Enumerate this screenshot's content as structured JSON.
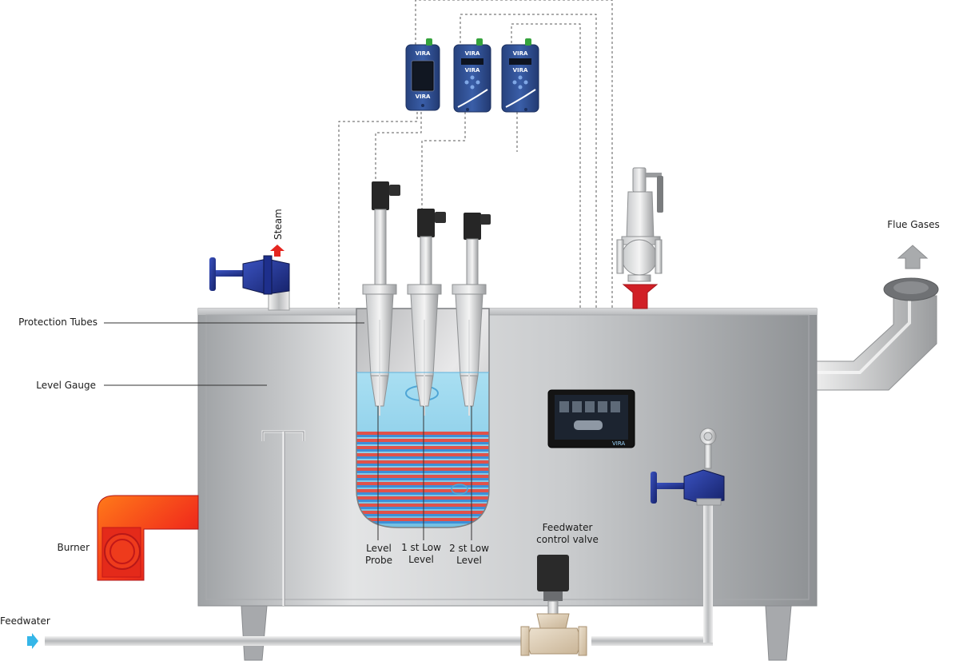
{
  "labels": {
    "steam": "Steam",
    "flue_gases": "Flue Gases",
    "protection_tubes": "Protection Tubes",
    "level_gauge": "Level Gauge",
    "burner": "Burner",
    "feedwater": "Feedwater",
    "feedwater_valve_line1": "Feedwater",
    "feedwater_valve_line2": "control valve",
    "level_probe_line1": "Level",
    "level_probe_line2": "Probe",
    "low1_line1": "1 st Low",
    "low1_line2": "Level",
    "low2_line1": "2 st Low",
    "low2_line2": "Level"
  },
  "devices": {
    "brand": "VIRA"
  },
  "colors": {
    "vessel": "#c8cacc",
    "water": "#8fd0ea",
    "tube_red": "#e0524a",
    "tube_blue": "#3d8fd8",
    "valve_blue": "#1e2f8c",
    "controller_blue": "#2f4f95",
    "burner": "#f0401a",
    "steam_arrow": "#e52620",
    "feedwater_arrow": "#35b6e8",
    "safety_valve_red": "#d11f26"
  }
}
